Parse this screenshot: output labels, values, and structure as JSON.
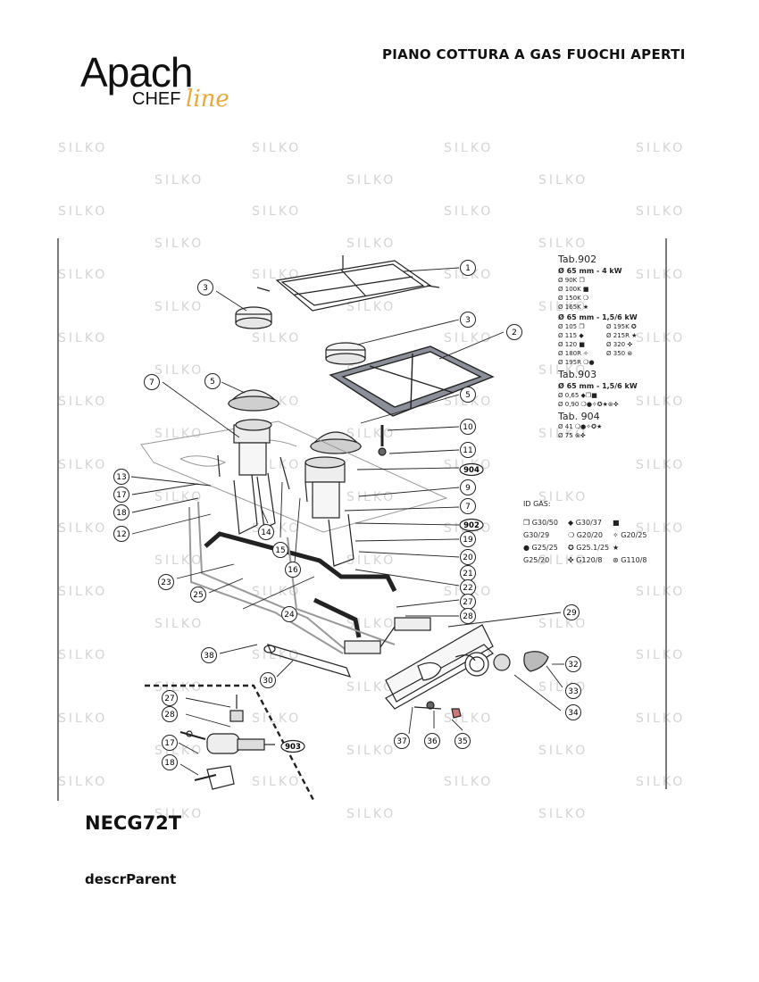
{
  "header": {
    "logo_brand": "Apach",
    "logo_sub_chef": "CHEF",
    "logo_sub_line": "line",
    "title": "PIANO COTTURA A GAS FUOCHI APERTI"
  },
  "watermark": "SILKO",
  "diagram": {
    "callouts": [
      "1",
      "2",
      "3",
      "3",
      "5",
      "5",
      "7",
      "7",
      "9",
      "10",
      "11",
      "12",
      "13",
      "14",
      "15",
      "16",
      "17",
      "17",
      "18",
      "18",
      "19",
      "20",
      "21",
      "22",
      "23",
      "24",
      "25",
      "27",
      "27",
      "28",
      "28",
      "29",
      "30",
      "32",
      "33",
      "34",
      "35",
      "36",
      "37",
      "38"
    ],
    "part_tags": [
      "904",
      "902",
      "903"
    ]
  },
  "legend": {
    "tab902": {
      "title": "Tab.902",
      "head1": "Ø 65 mm - 4 kW",
      "rows1": [
        "Ø 90K ❐",
        "Ø 100K ■",
        "Ø 150K ❍",
        "Ø 165K ★"
      ],
      "head2": "Ø 65 mm  - 1,5/6 kW",
      "rows2": [
        "Ø 105 ❐",
        "Ø 195K ✪",
        "Ø 115 ◆",
        "Ø 215R ★",
        "Ø 120 ■",
        "Ø 320 ✜",
        "Ø 180R ✧",
        "Ø 350 ⊛",
        "Ø 195R ❍●"
      ]
    },
    "tab903": {
      "title": "Tab.903",
      "head": "Ø 65 mm - 1,5/6 kW",
      "rows": [
        "Ø 0,65 ◆❐■",
        "Ø 0,90 ❍●✧✪★⊛✜"
      ]
    },
    "tab904": {
      "title": "Tab. 904",
      "rows": [
        "Ø 41 ❍●✧✪★",
        "Ø 75 ⊛✜"
      ]
    }
  },
  "gas": {
    "title": "ID GAS:",
    "cells": [
      "❐ G30/50",
      "◆ G30/37",
      "■",
      "G30/29",
      "❍ G20/20",
      "✧ G20/25",
      "● G25/25",
      "✪ G25.1/25",
      "★",
      "G25/20",
      "✜ G120/8",
      "⊛ G110/8"
    ]
  },
  "footer": {
    "model": "NECG72T",
    "descr": "descrParent"
  }
}
